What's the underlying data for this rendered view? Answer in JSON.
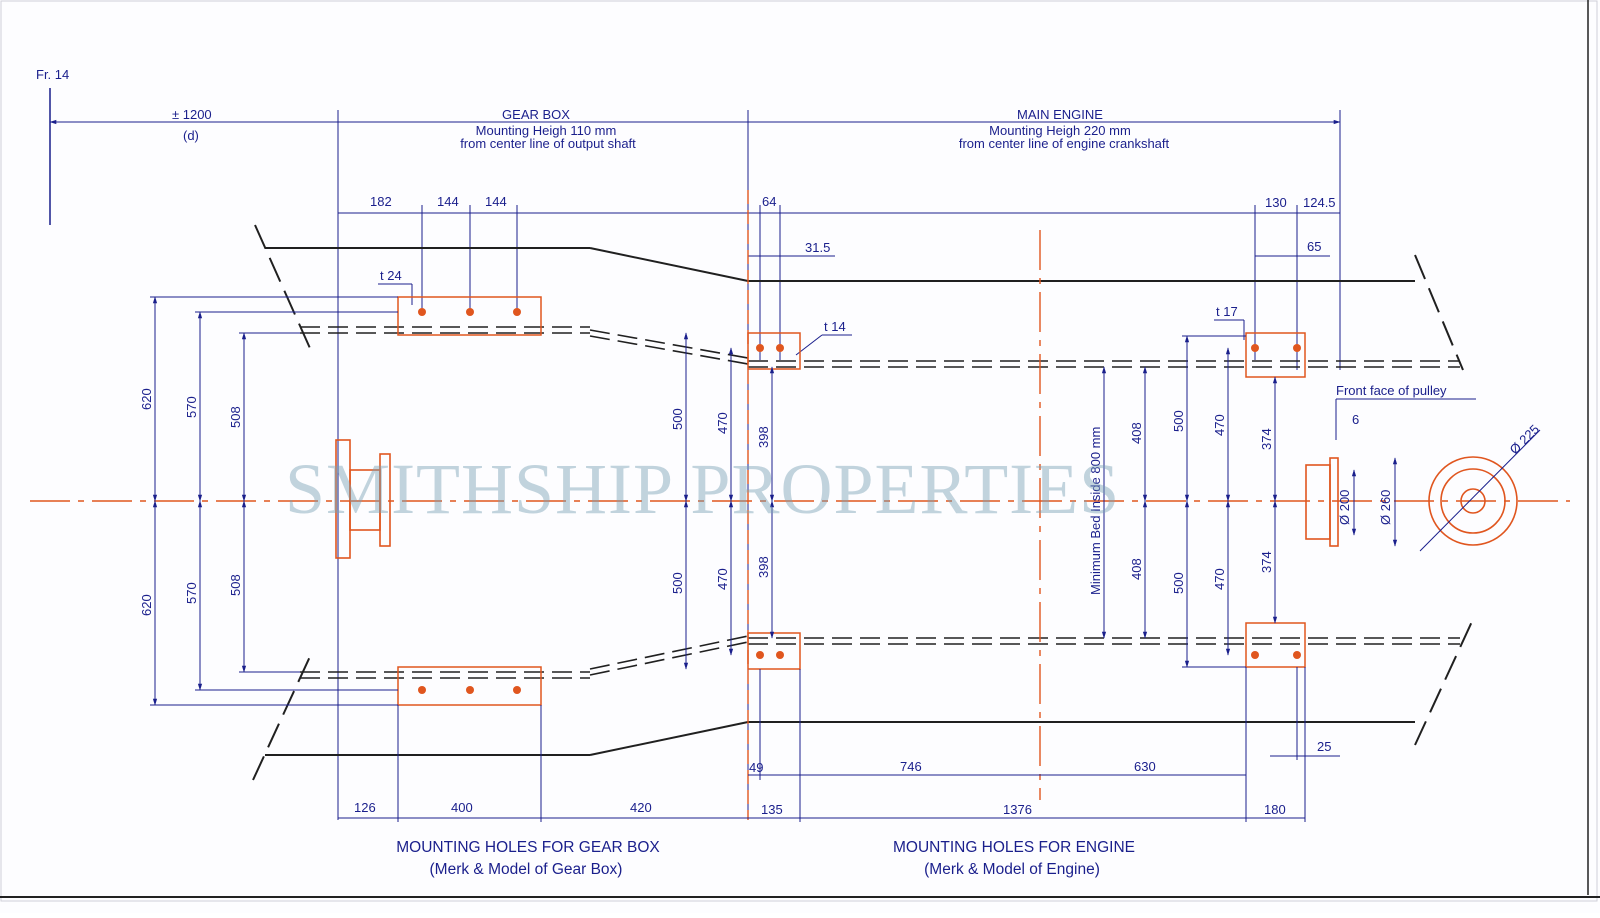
{
  "frame_label": "Fr. 14",
  "watermark": "SMITHSHIP PROPERTIES",
  "colors": {
    "dimension": "#1a1f8c",
    "hidden_parts": "#e0561f",
    "outline": "#202020",
    "background": "#fdfdff"
  },
  "sections": {
    "distance": {
      "value": "± 1200",
      "note": "(d)"
    },
    "gearbox": {
      "title": "GEAR BOX",
      "line1": "Mounting Heigh 110 mm",
      "line2": "from center line of output shaft"
    },
    "engine": {
      "title": "MAIN ENGINE",
      "line1": "Mounting Heigh 220 mm",
      "line2": "from center line of engine crankshaft"
    }
  },
  "top_dims": {
    "d182": "182",
    "d144a": "144",
    "d144b": "144",
    "d64": "64",
    "d31_5": "31.5",
    "d130": "130",
    "d124_5": "124.5",
    "d65": "65"
  },
  "thickness": {
    "t24": "t 24",
    "t14": "t 14",
    "t17": "t 17"
  },
  "vert_dims": {
    "v620": "620",
    "v570": "570",
    "v508": "508",
    "v500": "500",
    "v470": "470",
    "v398": "398",
    "v408": "408",
    "v374": "374"
  },
  "bed_label": "Minimum Bed Inside 800 mm",
  "pulley": {
    "label": "Front face of pulley",
    "d6": "6",
    "d200": "Ø 200",
    "d260": "Ø 260",
    "d225": "Ø 225"
  },
  "bottom_dims": {
    "d126": "126",
    "d400": "400",
    "d420": "420",
    "d49": "49",
    "d746": "746",
    "d630": "630",
    "d135": "135",
    "d1376": "1376",
    "d180": "180",
    "d25": "25"
  },
  "captions": {
    "gearbox_title": "MOUNTING HOLES FOR GEAR BOX",
    "gearbox_sub": "(Merk & Model of Gear Box)",
    "engine_title": "MOUNTING HOLES FOR ENGINE",
    "engine_sub": "(Merk & Model of Engine)"
  }
}
